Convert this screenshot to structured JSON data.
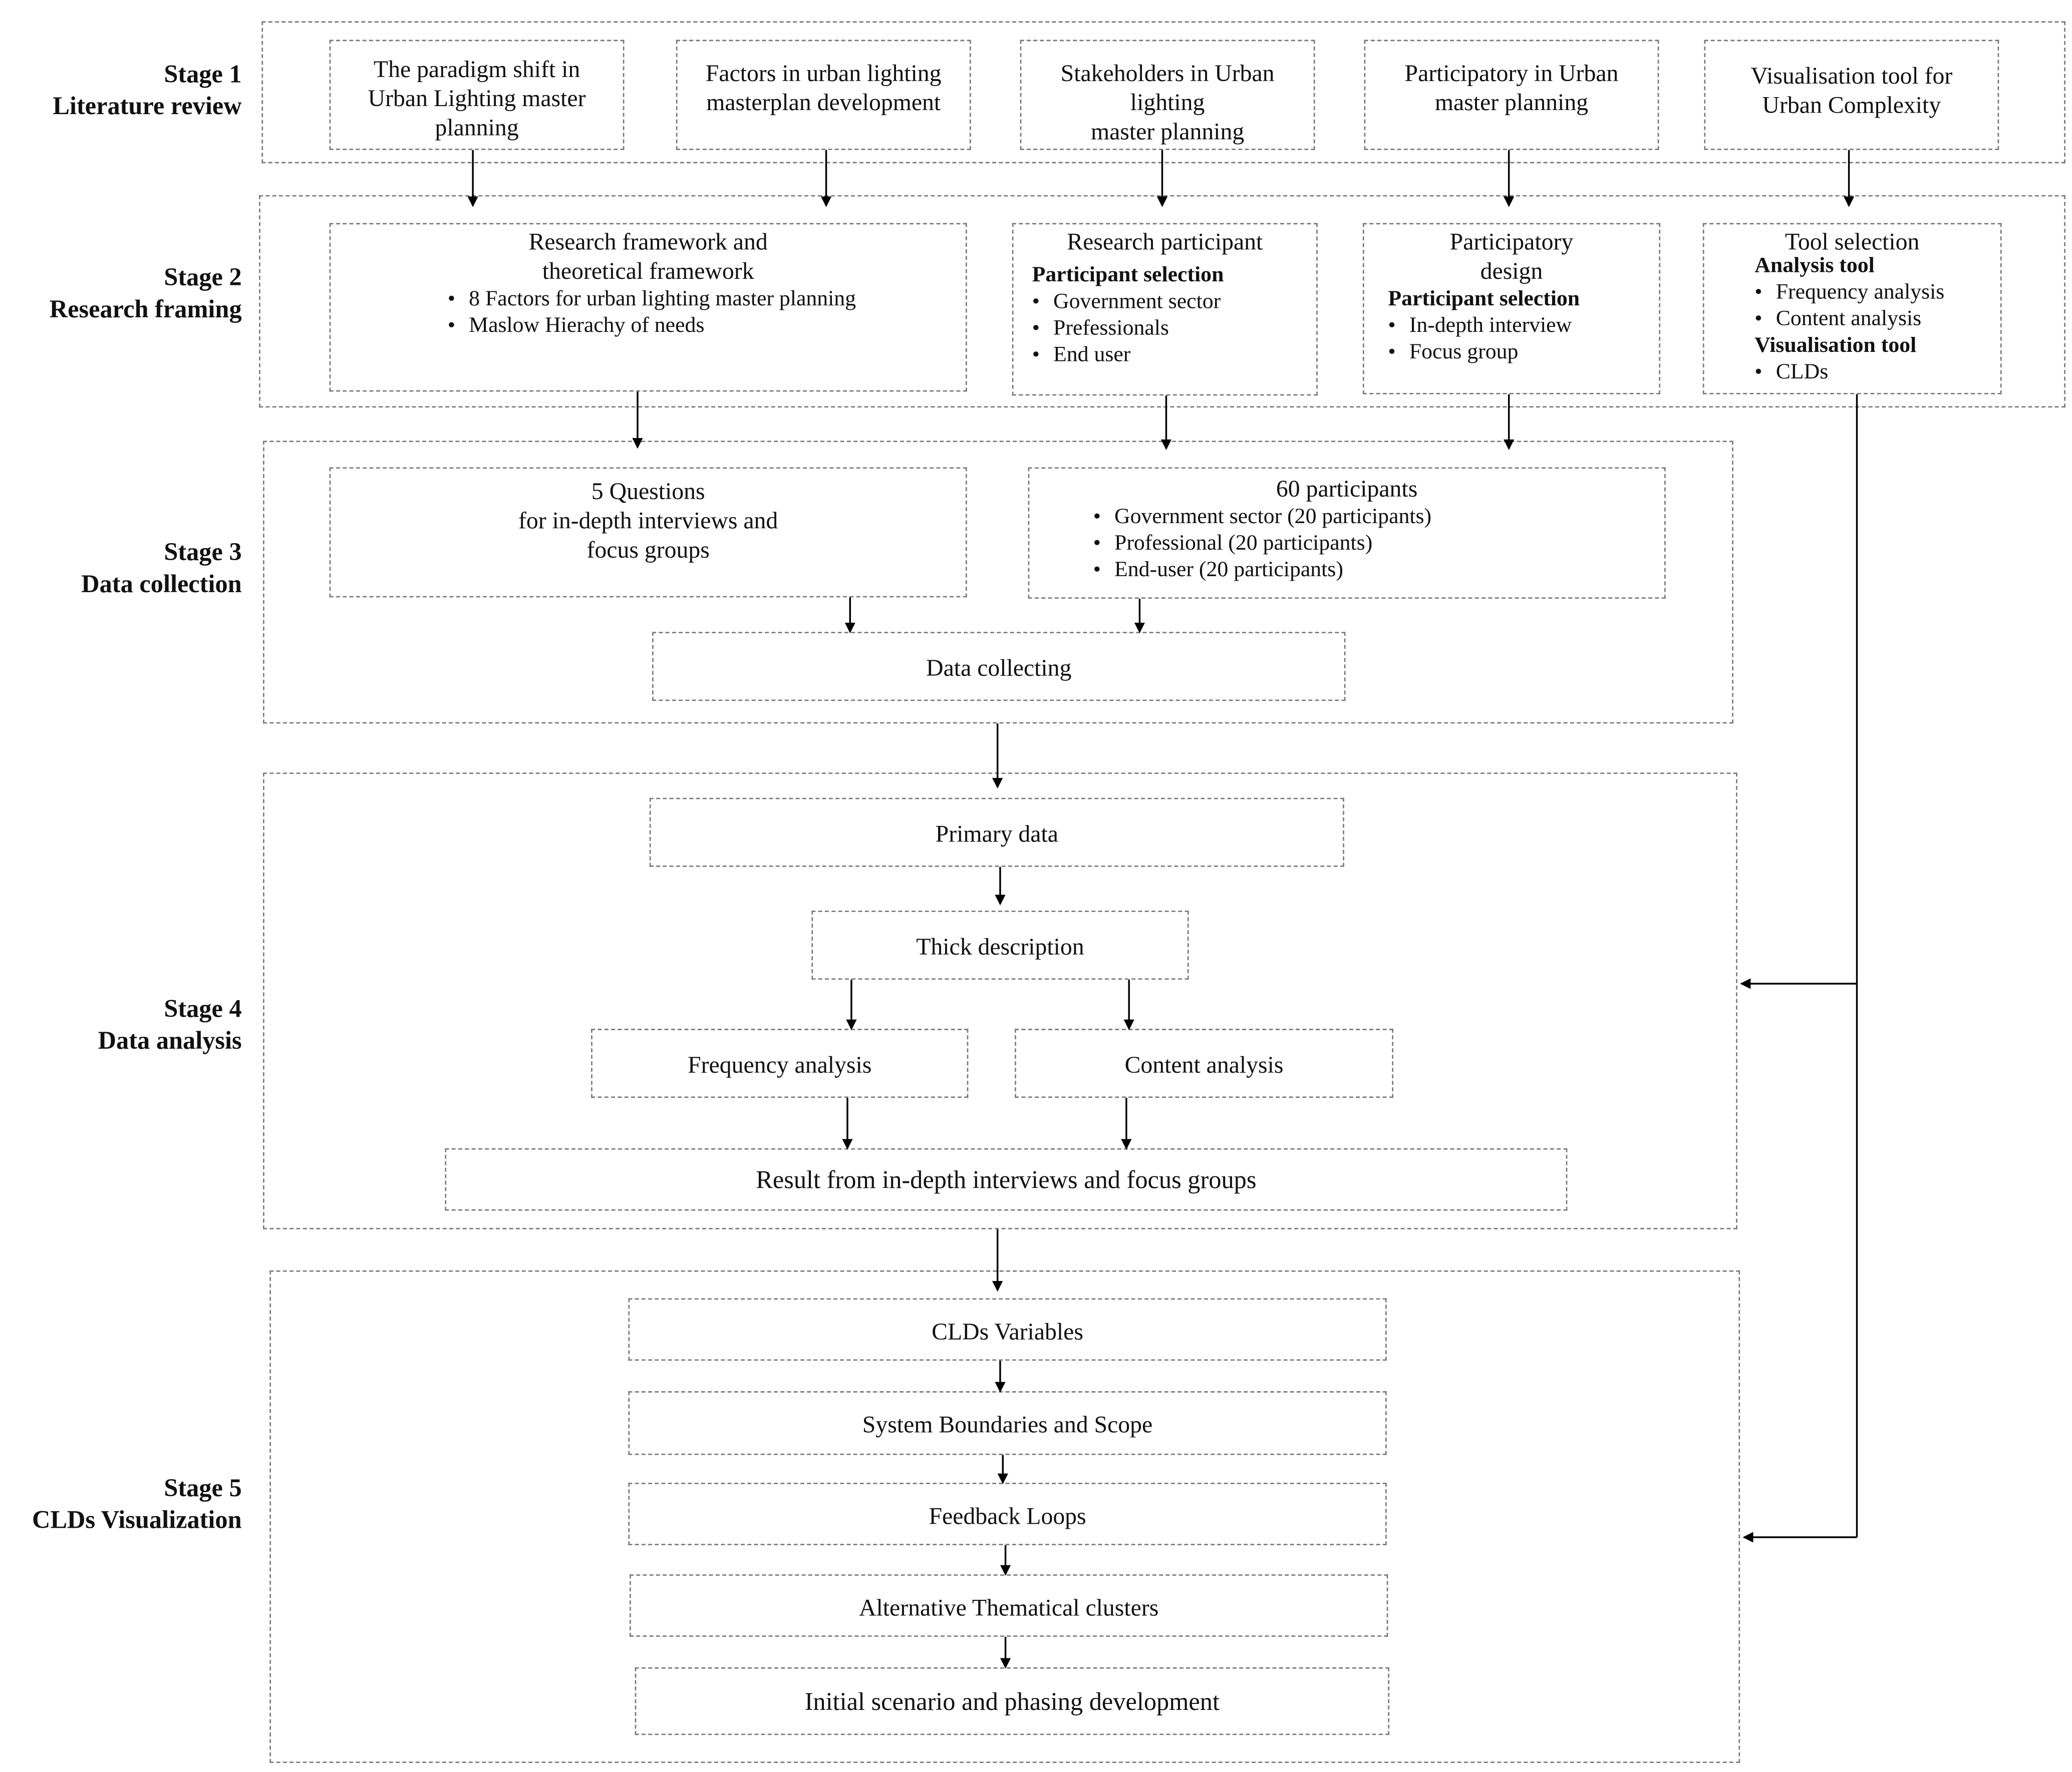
{
  "stages": [
    {
      "title": "Stage 1",
      "subtitle": "Literature review"
    },
    {
      "title": "Stage 2",
      "subtitle": "Research framing"
    },
    {
      "title": "Stage 3",
      "subtitle": "Data collection"
    },
    {
      "title": "Stage 4",
      "subtitle": "Data analysis"
    },
    {
      "title": "Stage 5",
      "subtitle": "CLDs Visualization"
    }
  ],
  "stage1": {
    "boxes": [
      [
        "The paradigm shift in",
        "Urban Lighting master",
        "planning"
      ],
      [
        "Factors in urban lighting",
        "masterplan development"
      ],
      [
        "Stakeholders in Urban",
        "lighting",
        "master planning"
      ],
      [
        "Participatory in Urban",
        "master planning"
      ],
      [
        "Visualisation tool for",
        "Urban Complexity"
      ]
    ]
  },
  "stage2": {
    "framework": {
      "title": [
        "Research framework and",
        "theoretical framework"
      ],
      "items": [
        "8 Factors for urban lighting master planning",
        "Maslow Hierachy of needs"
      ]
    },
    "participant": {
      "title": "Research participant",
      "heading": "Participant selection",
      "items": [
        "Government sector",
        "Prefessionals",
        "End user"
      ]
    },
    "design": {
      "title": [
        "Participatory",
        "design"
      ],
      "heading": "Participant selection",
      "items": [
        "In-depth interview",
        "Focus group"
      ]
    },
    "tool": {
      "title": "Tool selection",
      "heading1": "Analysis tool",
      "items1": [
        "Frequency analysis",
        "Content analysis"
      ],
      "heading2": "Visualisation tool",
      "items2": [
        "CLDs"
      ]
    }
  },
  "stage3": {
    "questions": [
      "5 Questions",
      "for in-depth interviews and",
      "focus groups"
    ],
    "participants": {
      "title": "60 participants",
      "items": [
        "Government sector (20 participants)",
        "Professional (20 participants)",
        "End-user (20 participants)"
      ]
    },
    "collecting": "Data collecting"
  },
  "stage4": {
    "primary": "Primary data",
    "thick": "Thick description",
    "frequency": "Frequency analysis",
    "content": "Content analysis",
    "result": "Result from in-depth interviews and focus groups"
  },
  "stage5": {
    "steps": [
      "CLDs Variables",
      "System Boundaries and Scope",
      "Feedback Loops",
      "Alternative Thematical clusters",
      "Initial scenario and phasing development"
    ]
  }
}
